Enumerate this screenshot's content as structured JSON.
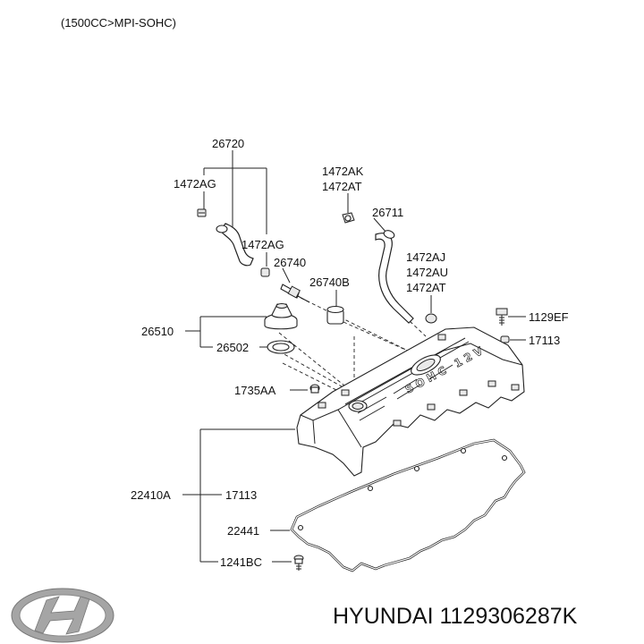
{
  "header": {
    "engine": "(1500CC>MPI-SOHC)"
  },
  "labels": {
    "l26720": "26720",
    "l1472AG_a": "1472AG",
    "l1472AG_b": "1472AG",
    "l26740": "26740",
    "l26740B": "26740B",
    "l1472AK": "1472AK",
    "l1472AT_a": "1472AT",
    "l26711": "26711",
    "l1472AJ": "1472AJ",
    "l1472AU": "1472AU",
    "l1472AT_b": "1472AT",
    "l1129EF": "1129EF",
    "l17113_a": "17113",
    "l26510": "26510",
    "l26502": "26502",
    "l1735AA": "1735AA",
    "l22410A": "22410A",
    "l17113_b": "17113",
    "l22441": "22441",
    "l1241BC": "1241BC"
  },
  "cover_text": "SOHC 12V",
  "footer": {
    "brand_part": "HYUNDAI 1129306287K"
  },
  "colors": {
    "line": "#222222",
    "logo": "#9a9a9a"
  },
  "icons": {
    "logo": "hyundai-logo-icon"
  }
}
